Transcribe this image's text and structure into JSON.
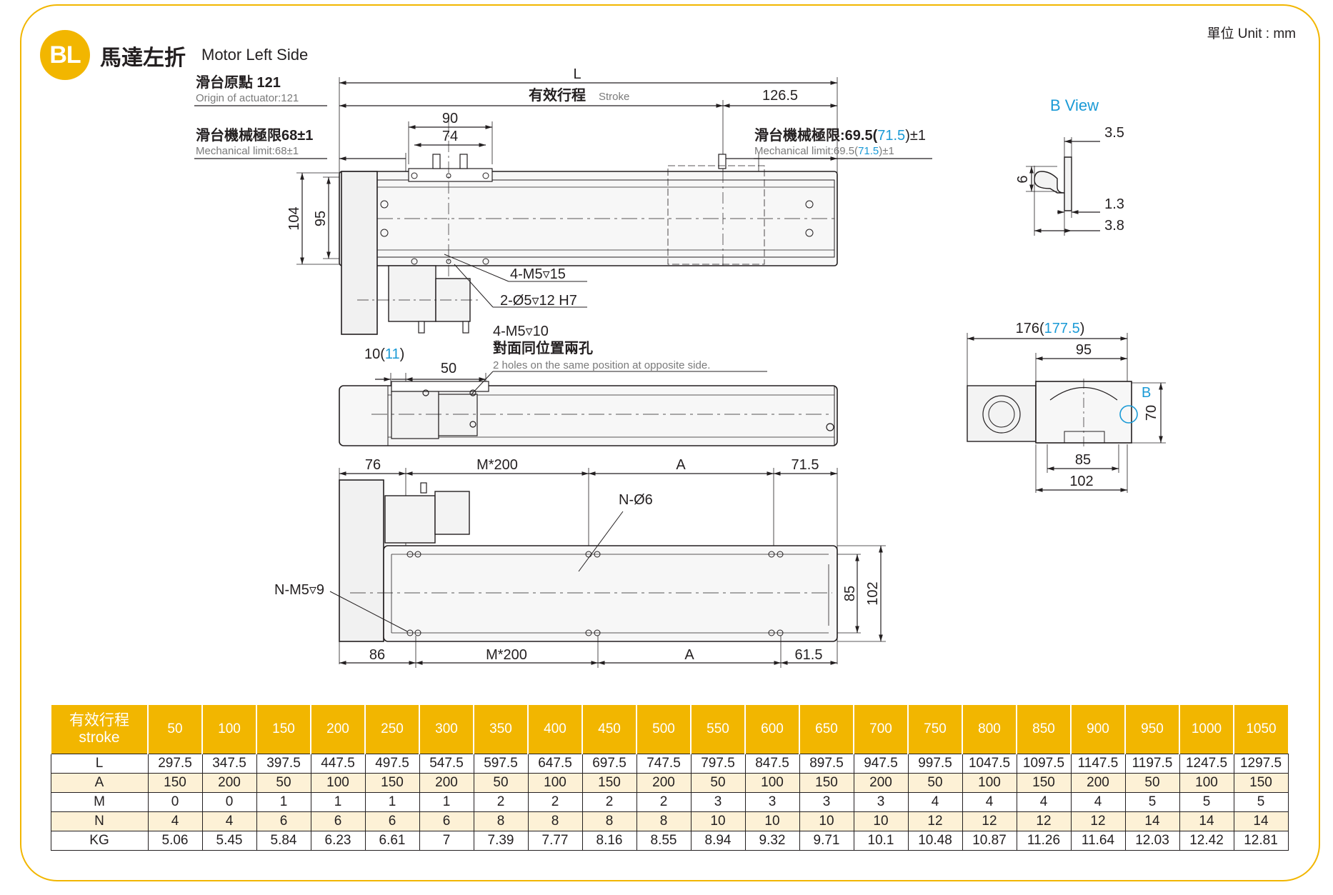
{
  "header": {
    "badge": "BL",
    "title_zh": "馬達左折",
    "title_en": "Motor Left Side",
    "unit": "單位 Unit : mm"
  },
  "colors": {
    "accent": "#f2b600",
    "highlight": "#1a9ad6",
    "table_alt_row": "#fdf1d6"
  },
  "drawing": {
    "top_view": {
      "dim_L": "L",
      "origin_zh": "滑台原點 121",
      "origin_en": "Origin of actuator:121",
      "stroke_zh": "有效行程",
      "stroke_en": "Stroke",
      "dim_126_5": "126.5",
      "dim_90": "90",
      "dim_74": "74",
      "mech_left_zh": "滑台機械極限68±1",
      "mech_left_en": "Mechanical limit:68±1",
      "mech_right_zh_a": "滑台機械極限:69.5(",
      "mech_right_zh_b": "71.5",
      "mech_right_zh_c": ")±1",
      "mech_right_en_a": "Mechanical limit:69.5(",
      "mech_right_en_b": "71.5",
      "mech_right_en_c": ")±1",
      "dim_104": "104",
      "dim_95": "95",
      "callout_m5_15": "4-M5▿15",
      "callout_pin": "2-Ø5▿12 H7",
      "callout_m5_10": "4-M5▿10",
      "callout_opp_zh": "對面同位置兩孔",
      "callout_opp_en": "2 holes on the same position at opposite side."
    },
    "side_view": {
      "dim_10_a": "10(",
      "dim_10_b": "11",
      "dim_10_c": ")",
      "dim_50": "50"
    },
    "bottom_view": {
      "dim_76": "76",
      "dim_m200_top": "M*200",
      "dim_a_top": "A",
      "dim_71_5": "71.5",
      "callout_n6": "N-Ø6",
      "callout_nm5": "N-M5▿9",
      "dim_85": "85",
      "dim_102": "102",
      "dim_86": "86",
      "dim_m200_bottom": "M*200",
      "dim_a_bottom": "A",
      "dim_61_5": "61.5"
    },
    "b_view": {
      "title": "B View",
      "dim_3_5": "3.5",
      "dim_6": "6",
      "dim_1_3": "1.3",
      "dim_3_8": "3.8"
    },
    "end_view": {
      "dim_176_a": "176(",
      "dim_176_b": "177.5",
      "dim_176_c": ")",
      "dim_95": "95",
      "label_b": "B",
      "dim_70": "70",
      "dim_85": "85",
      "dim_102": "102"
    }
  },
  "spec_table": {
    "header_zh": "有效行程",
    "header_en": "stroke",
    "strokes": [
      "50",
      "100",
      "150",
      "200",
      "250",
      "300",
      "350",
      "400",
      "450",
      "500",
      "550",
      "600",
      "650",
      "700",
      "750",
      "800",
      "850",
      "900",
      "950",
      "1000",
      "1050"
    ],
    "rows": [
      {
        "label": "L",
        "values": [
          "297.5",
          "347.5",
          "397.5",
          "447.5",
          "497.5",
          "547.5",
          "597.5",
          "647.5",
          "697.5",
          "747.5",
          "797.5",
          "847.5",
          "897.5",
          "947.5",
          "997.5",
          "1047.5",
          "1097.5",
          "1147.5",
          "1197.5",
          "1247.5",
          "1297.5"
        ]
      },
      {
        "label": "A",
        "values": [
          "150",
          "200",
          "50",
          "100",
          "150",
          "200",
          "50",
          "100",
          "150",
          "200",
          "50",
          "100",
          "150",
          "200",
          "50",
          "100",
          "150",
          "200",
          "50",
          "100",
          "150"
        ]
      },
      {
        "label": "M",
        "values": [
          "0",
          "0",
          "1",
          "1",
          "1",
          "1",
          "2",
          "2",
          "2",
          "2",
          "3",
          "3",
          "3",
          "3",
          "4",
          "4",
          "4",
          "4",
          "5",
          "5",
          "5"
        ]
      },
      {
        "label": "N",
        "values": [
          "4",
          "4",
          "6",
          "6",
          "6",
          "6",
          "8",
          "8",
          "8",
          "8",
          "10",
          "10",
          "10",
          "10",
          "12",
          "12",
          "12",
          "12",
          "14",
          "14",
          "14"
        ]
      },
      {
        "label": "KG",
        "values": [
          "5.06",
          "5.45",
          "5.84",
          "6.23",
          "6.61",
          "7",
          "7.39",
          "7.77",
          "8.16",
          "8.55",
          "8.94",
          "9.32",
          "9.71",
          "10.1",
          "10.48",
          "10.87",
          "11.26",
          "11.64",
          "12.03",
          "12.42",
          "12.81"
        ]
      }
    ]
  }
}
